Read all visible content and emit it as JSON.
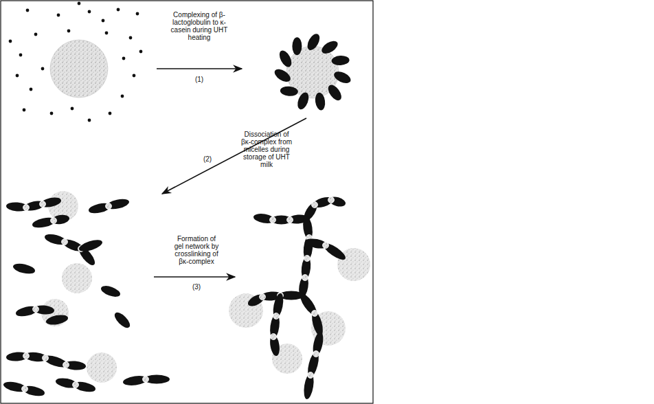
{
  "diagram": {
    "labels": [
      "Complexing of β-lactoglobulin to κ-casein during UHT heating",
      "(1)",
      "Dissociation of βκ-complex from micelles during storage of UHT milk",
      "(2)",
      "Formation of gel network by crosslinking of βκ-complex",
      "(3)"
    ]
  }
}
